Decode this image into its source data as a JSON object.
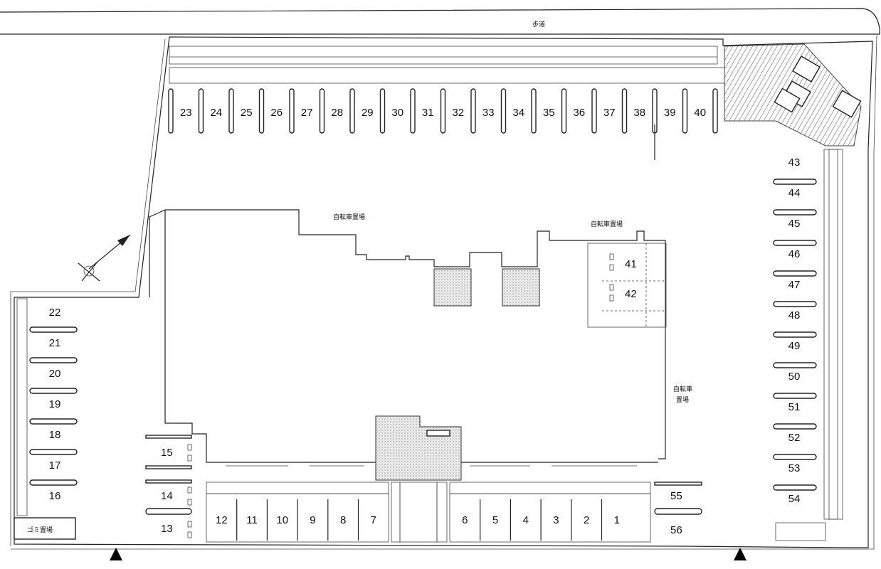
{
  "labels": {
    "sidewalk": "歩道",
    "bicycle_parking_top": "自転車置場",
    "bicycle_parking_right": "自転車置場",
    "bicycle_parking_side_line1": "自転車",
    "bicycle_parking_side_line2": "置場",
    "garbage": "ゴミ置場"
  },
  "spaces": {
    "top_row": [
      "23",
      "24",
      "25",
      "26",
      "27",
      "28",
      "29",
      "30",
      "31",
      "32",
      "33",
      "34",
      "35",
      "36",
      "37",
      "38",
      "39",
      "40"
    ],
    "right_column": [
      "43",
      "44",
      "45",
      "46",
      "47",
      "48",
      "49",
      "50",
      "51",
      "52",
      "53",
      "54"
    ],
    "left_column": [
      "22",
      "21",
      "20",
      "19",
      "18",
      "17",
      "16"
    ],
    "inner_left": [
      "15",
      "14",
      "13"
    ],
    "bottom_left_row": [
      "12",
      "11",
      "10",
      "9",
      "8",
      "7"
    ],
    "bottom_right_row": [
      "6",
      "5",
      "4",
      "3",
      "2",
      "1"
    ],
    "bike_area": [
      "41",
      "42"
    ],
    "bottom_far_right": [
      "55",
      "56"
    ]
  },
  "colors": {
    "line": "#222222",
    "background": "#ffffff"
  }
}
